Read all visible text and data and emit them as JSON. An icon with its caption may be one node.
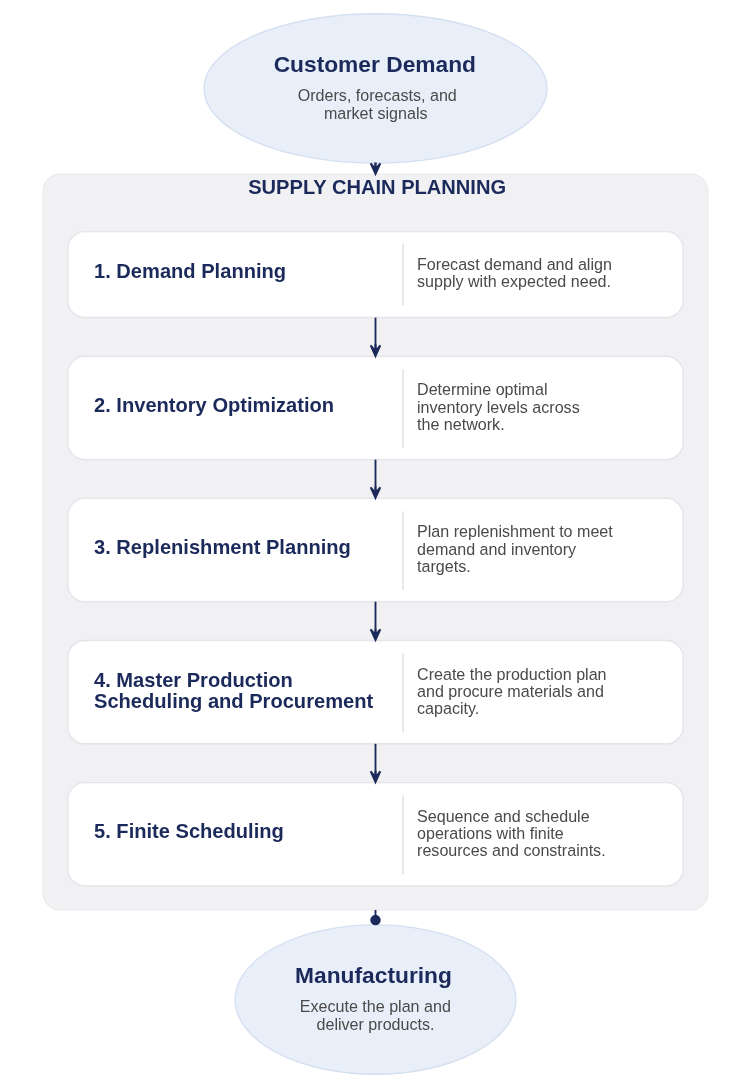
{
  "diagram": {
    "nodes": [
      {
        "text": [
          "Customer Demand",
          "Orders, forecasts, and market signals"
        ]
      },
      {
        "text": [
          "SUPPLY CHAIN PLANNING"
        ]
      },
      {
        "text": [
          "1. Demand Planning",
          "Forecast demand and align supply with expected need."
        ],
        "in": 1
      },
      {
        "text": [
          "2. Inventory Optimization",
          "Determine optimal inventory levels across the network."
        ],
        "in": 1
      },
      {
        "text": [
          "3. Replenishment Planning",
          "Plan replenishment to meet demand and inventory targets."
        ],
        "in": 1
      },
      {
        "text": [
          "4. Master Production Scheduling and Procurement",
          "Create the production plan and procure materials and capacity."
        ],
        "in": 1
      },
      {
        "text": [
          "5. Finite Scheduling",
          "Sequence and schedule operations with finite resources and constraints."
        ],
        "in": 1
      },
      {
        "text": [
          "Manufacturing",
          "Execute the plan and deliver products."
        ]
      }
    ],
    "edges": [
      {
        "from": 0,
        "to": 1,
        "arrow": "to"
      },
      {
        "from": 2,
        "to": 3,
        "arrow": "to"
      },
      {
        "from": 3,
        "to": 4,
        "arrow": "to"
      },
      {
        "from": 4,
        "to": 5,
        "arrow": "to"
      },
      {
        "from": 5,
        "to": 6,
        "arrow": "to"
      },
      {
        "from": 1,
        "to": 7,
        "arrow": "other"
      }
    ]
  }
}
